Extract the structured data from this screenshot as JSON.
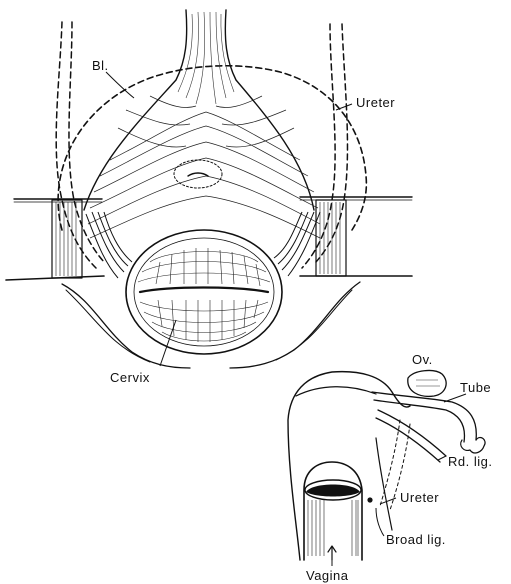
{
  "figure": {
    "labels": {
      "bladder": "Bl.",
      "ureter_top": "Ureter",
      "cervix": "Cervix",
      "ovary": "Ov.",
      "tube": "Tube",
      "round_ligament": "Rd. lig.",
      "ureter_inset": "Ureter",
      "broad_ligament": "Broad lig.",
      "vagina": "Vagina"
    }
  }
}
